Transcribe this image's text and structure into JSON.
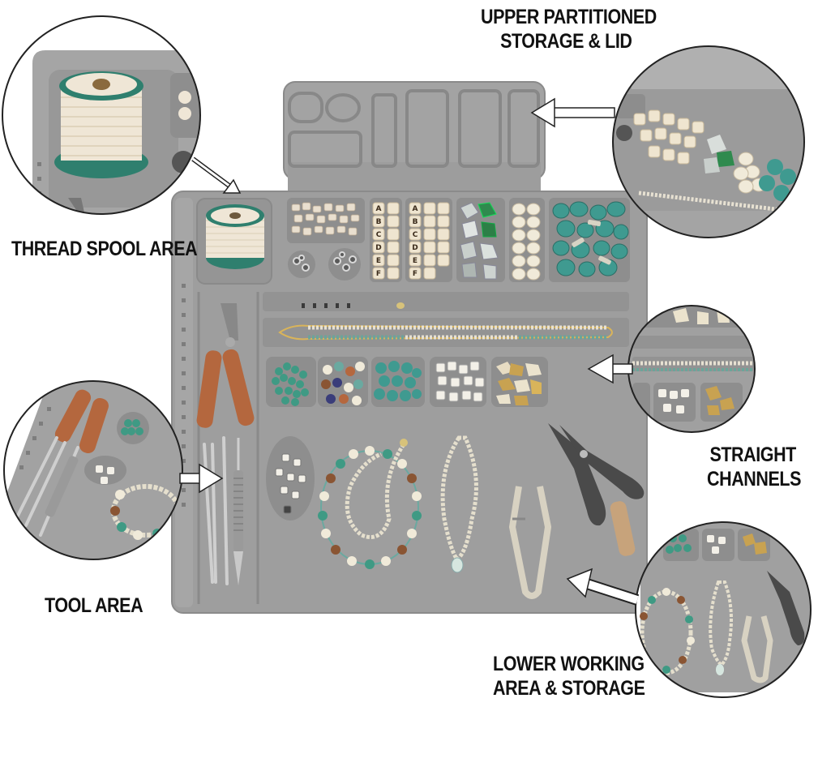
{
  "labels": {
    "upper": {
      "line1": "UPPER PARTITIONED",
      "line2": "STORAGE & LID"
    },
    "thread": "THREAD SPOOL AREA",
    "straight": {
      "line1": "STRAIGHT",
      "line2": "CHANNELS"
    },
    "tool": "TOOL AREA",
    "lower": {
      "line1": "LOWER WORKING",
      "line2": "AREA & STORAGE"
    }
  },
  "letter_beads": {
    "col_a": [
      "A",
      "B",
      "C",
      "D",
      "E",
      "F"
    ],
    "col_b": [
      "A",
      "B",
      "C",
      "D",
      "E",
      "F"
    ]
  },
  "colors": {
    "mat": "#9c9c9c",
    "mat_light": "#aaaaaa",
    "mat_dark": "#8a8a8a",
    "teal_bead": "#3f9a90",
    "thread": "#efe6d6",
    "spool_rim": "#2f7f6e",
    "handle": "#b4673e"
  }
}
